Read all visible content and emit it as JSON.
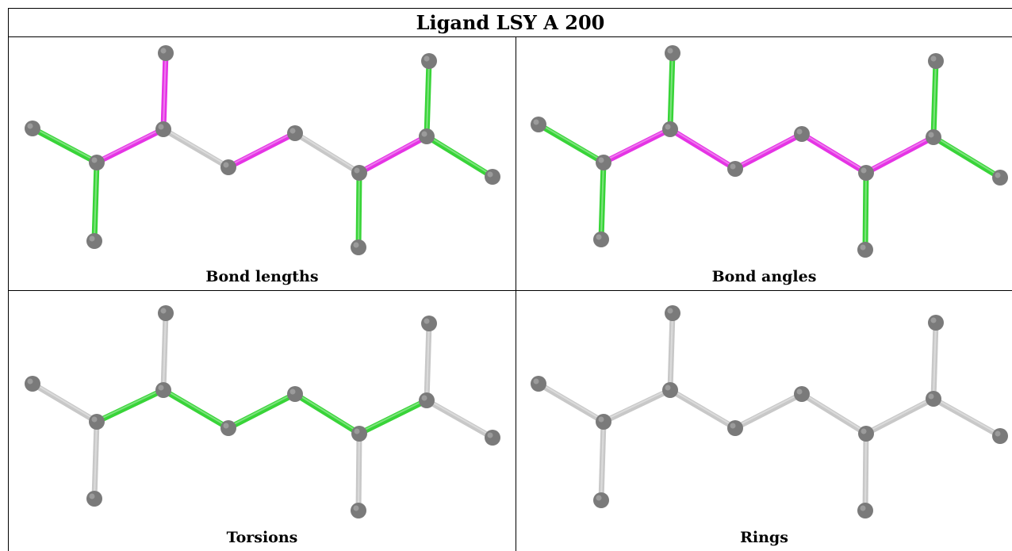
{
  "title": "Ligand LSY A 200",
  "colors": {
    "pink": "#e533e5",
    "green": "#38d438",
    "grey": "#c8c8c8",
    "atom": "#7a7a7a"
  },
  "panels": [
    {
      "caption": "Bond lengths",
      "bonds": [
        {
          "from": 0,
          "to": 1,
          "color": "green"
        },
        {
          "from": 1,
          "to": 2,
          "color": "green"
        },
        {
          "from": 1,
          "to": 3,
          "color": "pink"
        },
        {
          "from": 3,
          "to": 4,
          "color": "pink"
        },
        {
          "from": 3,
          "to": 5,
          "color": "grey"
        },
        {
          "from": 5,
          "to": 6,
          "color": "pink"
        },
        {
          "from": 6,
          "to": 7,
          "color": "grey"
        },
        {
          "from": 7,
          "to": 8,
          "color": "green"
        },
        {
          "from": 7,
          "to": 9,
          "color": "pink"
        },
        {
          "from": 9,
          "to": 10,
          "color": "green"
        },
        {
          "from": 9,
          "to": 11,
          "color": "green"
        }
      ]
    },
    {
      "caption": "Bond angles",
      "bonds": [
        {
          "from": 0,
          "to": 1,
          "color": "green"
        },
        {
          "from": 1,
          "to": 2,
          "color": "green"
        },
        {
          "from": 1,
          "to": 3,
          "color": "pink"
        },
        {
          "from": 3,
          "to": 4,
          "color": "green"
        },
        {
          "from": 3,
          "to": 5,
          "color": "pink"
        },
        {
          "from": 5,
          "to": 6,
          "color": "pink"
        },
        {
          "from": 6,
          "to": 7,
          "color": "pink"
        },
        {
          "from": 7,
          "to": 8,
          "color": "green"
        },
        {
          "from": 7,
          "to": 9,
          "color": "pink"
        },
        {
          "from": 9,
          "to": 10,
          "color": "green"
        },
        {
          "from": 9,
          "to": 11,
          "color": "green"
        }
      ]
    },
    {
      "caption": "Torsions",
      "bonds": [
        {
          "from": 0,
          "to": 1,
          "color": "grey"
        },
        {
          "from": 1,
          "to": 2,
          "color": "grey"
        },
        {
          "from": 1,
          "to": 3,
          "color": "green"
        },
        {
          "from": 3,
          "to": 4,
          "color": "grey"
        },
        {
          "from": 3,
          "to": 5,
          "color": "green"
        },
        {
          "from": 5,
          "to": 6,
          "color": "green"
        },
        {
          "from": 6,
          "to": 7,
          "color": "green"
        },
        {
          "from": 7,
          "to": 8,
          "color": "grey"
        },
        {
          "from": 7,
          "to": 9,
          "color": "green"
        },
        {
          "from": 9,
          "to": 10,
          "color": "grey"
        },
        {
          "from": 9,
          "to": 11,
          "color": "grey"
        }
      ]
    },
    {
      "caption": "Rings",
      "bonds": [
        {
          "from": 0,
          "to": 1,
          "color": "grey"
        },
        {
          "from": 1,
          "to": 2,
          "color": "grey"
        },
        {
          "from": 1,
          "to": 3,
          "color": "grey"
        },
        {
          "from": 3,
          "to": 4,
          "color": "grey"
        },
        {
          "from": 3,
          "to": 5,
          "color": "grey"
        },
        {
          "from": 5,
          "to": 6,
          "color": "grey"
        },
        {
          "from": 6,
          "to": 7,
          "color": "grey"
        },
        {
          "from": 7,
          "to": 8,
          "color": "grey"
        },
        {
          "from": 7,
          "to": 9,
          "color": "grey"
        },
        {
          "from": 9,
          "to": 10,
          "color": "grey"
        },
        {
          "from": 9,
          "to": 11,
          "color": "grey"
        }
      ]
    }
  ]
}
